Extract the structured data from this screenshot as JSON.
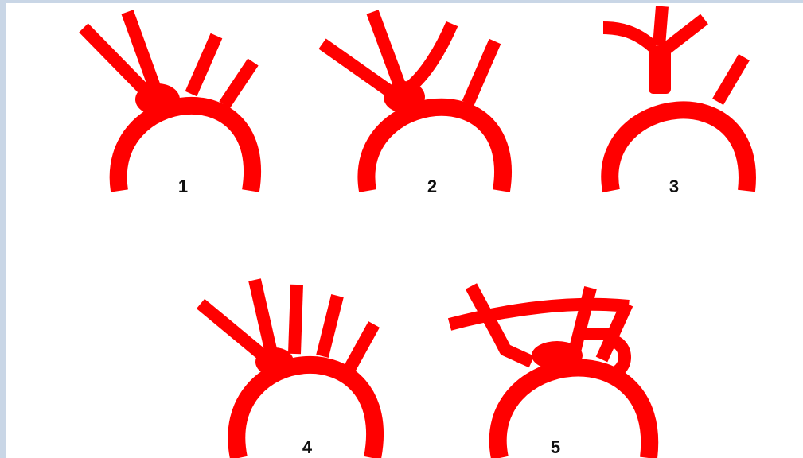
{
  "colors": {
    "vessel": "#ff0000",
    "frame_border": "#c9d6e6",
    "background": "#ffffff",
    "label": "#111111"
  },
  "variants": [
    {
      "label": "1"
    },
    {
      "label": "2"
    },
    {
      "label": "3"
    },
    {
      "label": "4"
    },
    {
      "label": "5"
    }
  ]
}
